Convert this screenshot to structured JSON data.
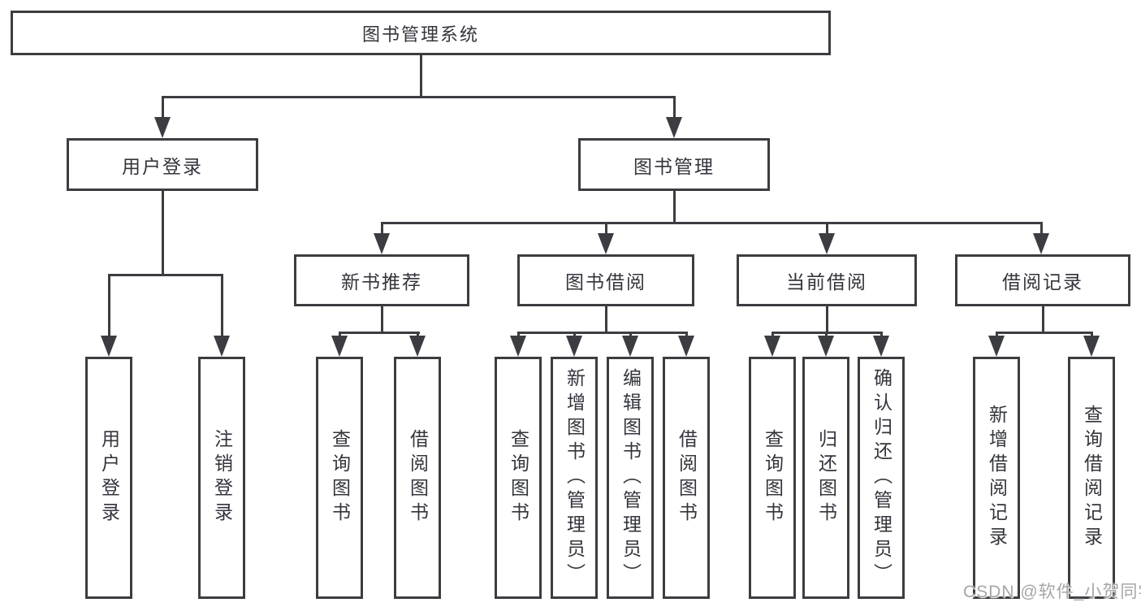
{
  "diagram": {
    "root": {
      "label": "图书管理系统"
    },
    "branches": [
      {
        "label": "用户登录",
        "children": [
          {
            "label": "用户登录"
          },
          {
            "label": "注销登录"
          }
        ]
      },
      {
        "label": "图书管理",
        "children": [
          {
            "label": "新书推荐",
            "children": [
              {
                "label": "查询图书"
              },
              {
                "label": "借阅图书"
              }
            ]
          },
          {
            "label": "图书借阅",
            "children": [
              {
                "label": "查询图书"
              },
              {
                "label": "新增图书（管理员）"
              },
              {
                "label": "编辑图书（管理员）"
              },
              {
                "label": "借阅图书"
              }
            ]
          },
          {
            "label": "当前借阅",
            "children": [
              {
                "label": "查询图书"
              },
              {
                "label": "归还图书"
              },
              {
                "label": "确认归还（管理员）"
              }
            ]
          },
          {
            "label": "借阅记录",
            "children": [
              {
                "label": "新增借阅记录"
              },
              {
                "label": "查询借阅记录"
              }
            ]
          }
        ]
      }
    ]
  },
  "watermark": {
    "text": "CSDN @软件_小贺同学"
  },
  "colors": {
    "line": "#3b3d41",
    "text": "#33353c",
    "background": "#ffffff",
    "watermark": "#a6a6a6"
  }
}
